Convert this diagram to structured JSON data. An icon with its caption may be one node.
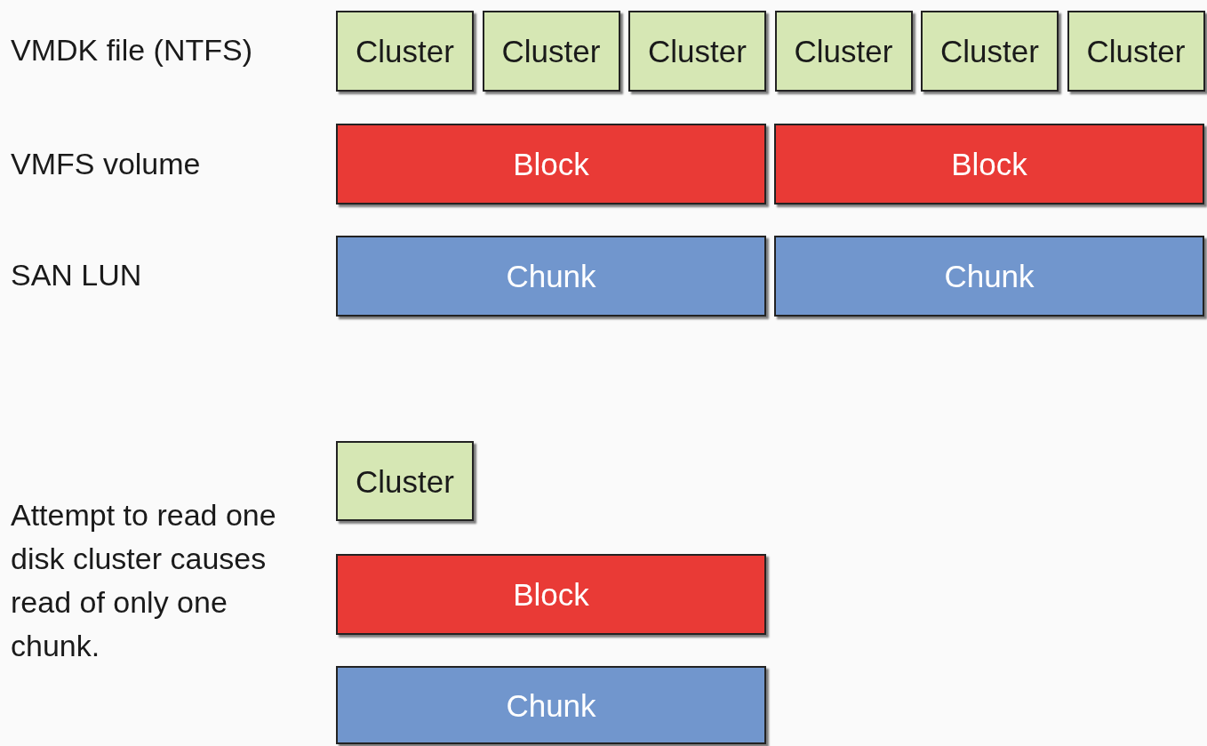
{
  "diagram": {
    "nodes": [
      {
        "text": [
          "Cluster"
        ]
      },
      {
        "text": [
          "Cluster"
        ]
      },
      {
        "text": [
          "Cluster"
        ]
      },
      {
        "text": [
          "Cluster"
        ]
      },
      {
        "text": [
          "Cluster"
        ]
      },
      {
        "text": [
          "Cluster"
        ]
      },
      {
        "text": [
          "Block"
        ]
      },
      {
        "text": [
          "Block"
        ]
      },
      {
        "text": [
          "Chunk"
        ]
      },
      {
        "text": [
          "Chunk"
        ]
      },
      {
        "text": [
          "Cluster"
        ]
      },
      {
        "text": [
          "Block"
        ]
      },
      {
        "text": [
          "Chunk"
        ]
      }
    ],
    "labels": [
      "VMDK file (NTFS)",
      "VMFS volume",
      "SAN LUN",
      "Attempt to read one disk cluster causes read of only one chunk."
    ]
  }
}
